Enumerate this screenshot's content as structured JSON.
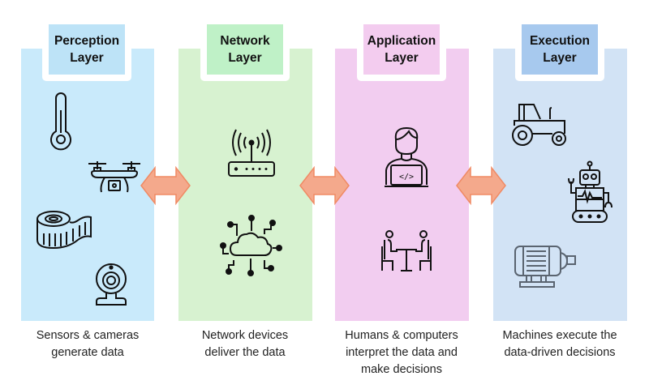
{
  "colors": {
    "perception_bg": "#c9eafb",
    "perception_title_bg": "#bde3f7",
    "network_bg": "#d7f2d0",
    "network_title_bg": "#bff1c7",
    "application_bg": "#f2cdf0",
    "application_title_bg": "#f3ccef",
    "execution_bg": "#d2e3f5",
    "execution_title_bg": "#a7c9ee",
    "arrow_fill": "#f4a98c",
    "arrow_stroke": "#f08a64"
  },
  "layers": [
    {
      "title_line1": "Perception",
      "title_line2": "Layer",
      "caption_line1": "Sensors & cameras",
      "caption_line2": "generate data",
      "icons": [
        "thermometer-icon",
        "drone-icon",
        "measuring-tape-icon",
        "webcam-icon"
      ]
    },
    {
      "title_line1": "Network",
      "title_line2": "Layer",
      "caption_line1": "Network devices",
      "caption_line2": "deliver the data",
      "icons": [
        "wifi-router-icon",
        "cloud-network-icon"
      ]
    },
    {
      "title_line1": "Application",
      "title_line2": "Layer",
      "caption_line1": "Humans & computers",
      "caption_line2": "interpret the data and",
      "caption_line3": "make decisions",
      "icons": [
        "developer-laptop-icon",
        "meeting-table-icon"
      ]
    },
    {
      "title_line1": "Execution",
      "title_line2": "Layer",
      "caption_line1": "Machines execute the",
      "caption_line2": "data-driven decisions",
      "icons": [
        "tractor-icon",
        "robot-icon",
        "electric-motor-icon"
      ]
    }
  ],
  "connectors": [
    "perception-network",
    "network-application",
    "application-execution"
  ]
}
